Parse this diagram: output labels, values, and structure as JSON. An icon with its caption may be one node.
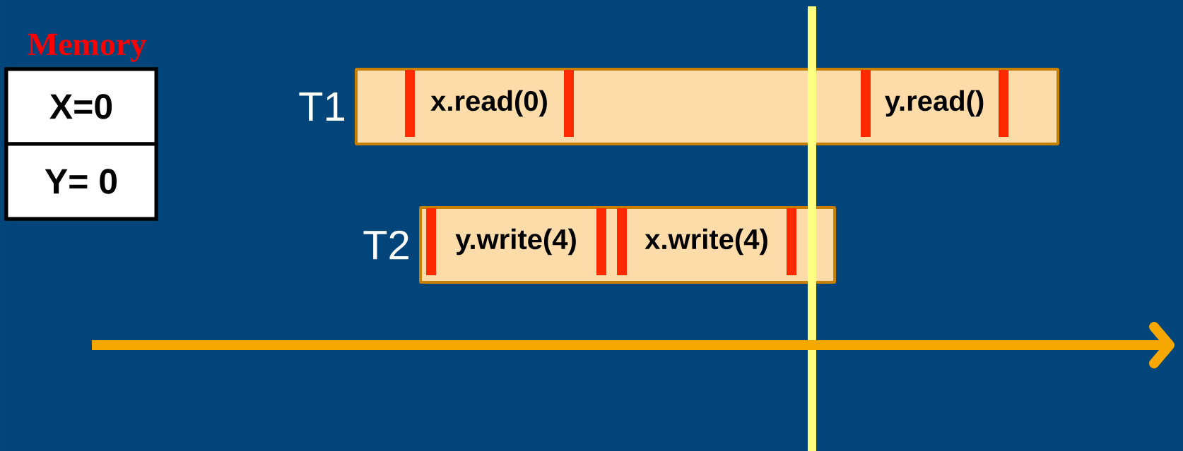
{
  "diagram": {
    "nodes": [
      {
        "text": [
          "Memory"
        ]
      },
      {
        "text": [
          "X=0"
        ],
        "in": 0
      },
      {
        "text": [
          "Y= 0"
        ],
        "in": 0
      },
      {
        "text": [
          "T1"
        ]
      },
      {
        "text": [
          "x.read(0)"
        ],
        "in": 3
      },
      {
        "text": [
          "y.read()"
        ],
        "in": 3
      },
      {
        "text": [
          "T2"
        ]
      },
      {
        "text": [
          "y.write(4)"
        ],
        "in": 6
      },
      {
        "text": [
          "x.write(4)"
        ],
        "in": 6
      }
    ]
  }
}
